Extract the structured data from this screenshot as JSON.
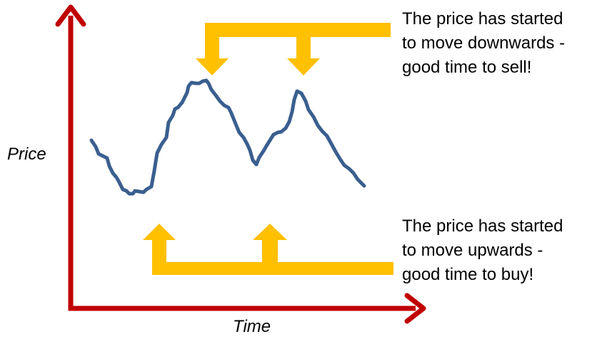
{
  "axes": {
    "x_label": "Time",
    "y_label": "Price",
    "axis_color": "#C00000"
  },
  "price_line": {
    "color": "#3A5F8F",
    "shape": "two peaks with dips between — an illustrative price movement"
  },
  "callouts": {
    "arrow_color": "#FFC000",
    "sell": {
      "arrow_direction": "down",
      "points_to": "the two price peaks",
      "lines": [
        "The price has started",
        "to move downwards -",
        "good time to sell!"
      ]
    },
    "buy": {
      "arrow_direction": "up",
      "points_to": "the two price troughs",
      "lines": [
        "The price has started",
        "to move upwards -",
        "good time to buy!"
      ]
    }
  }
}
